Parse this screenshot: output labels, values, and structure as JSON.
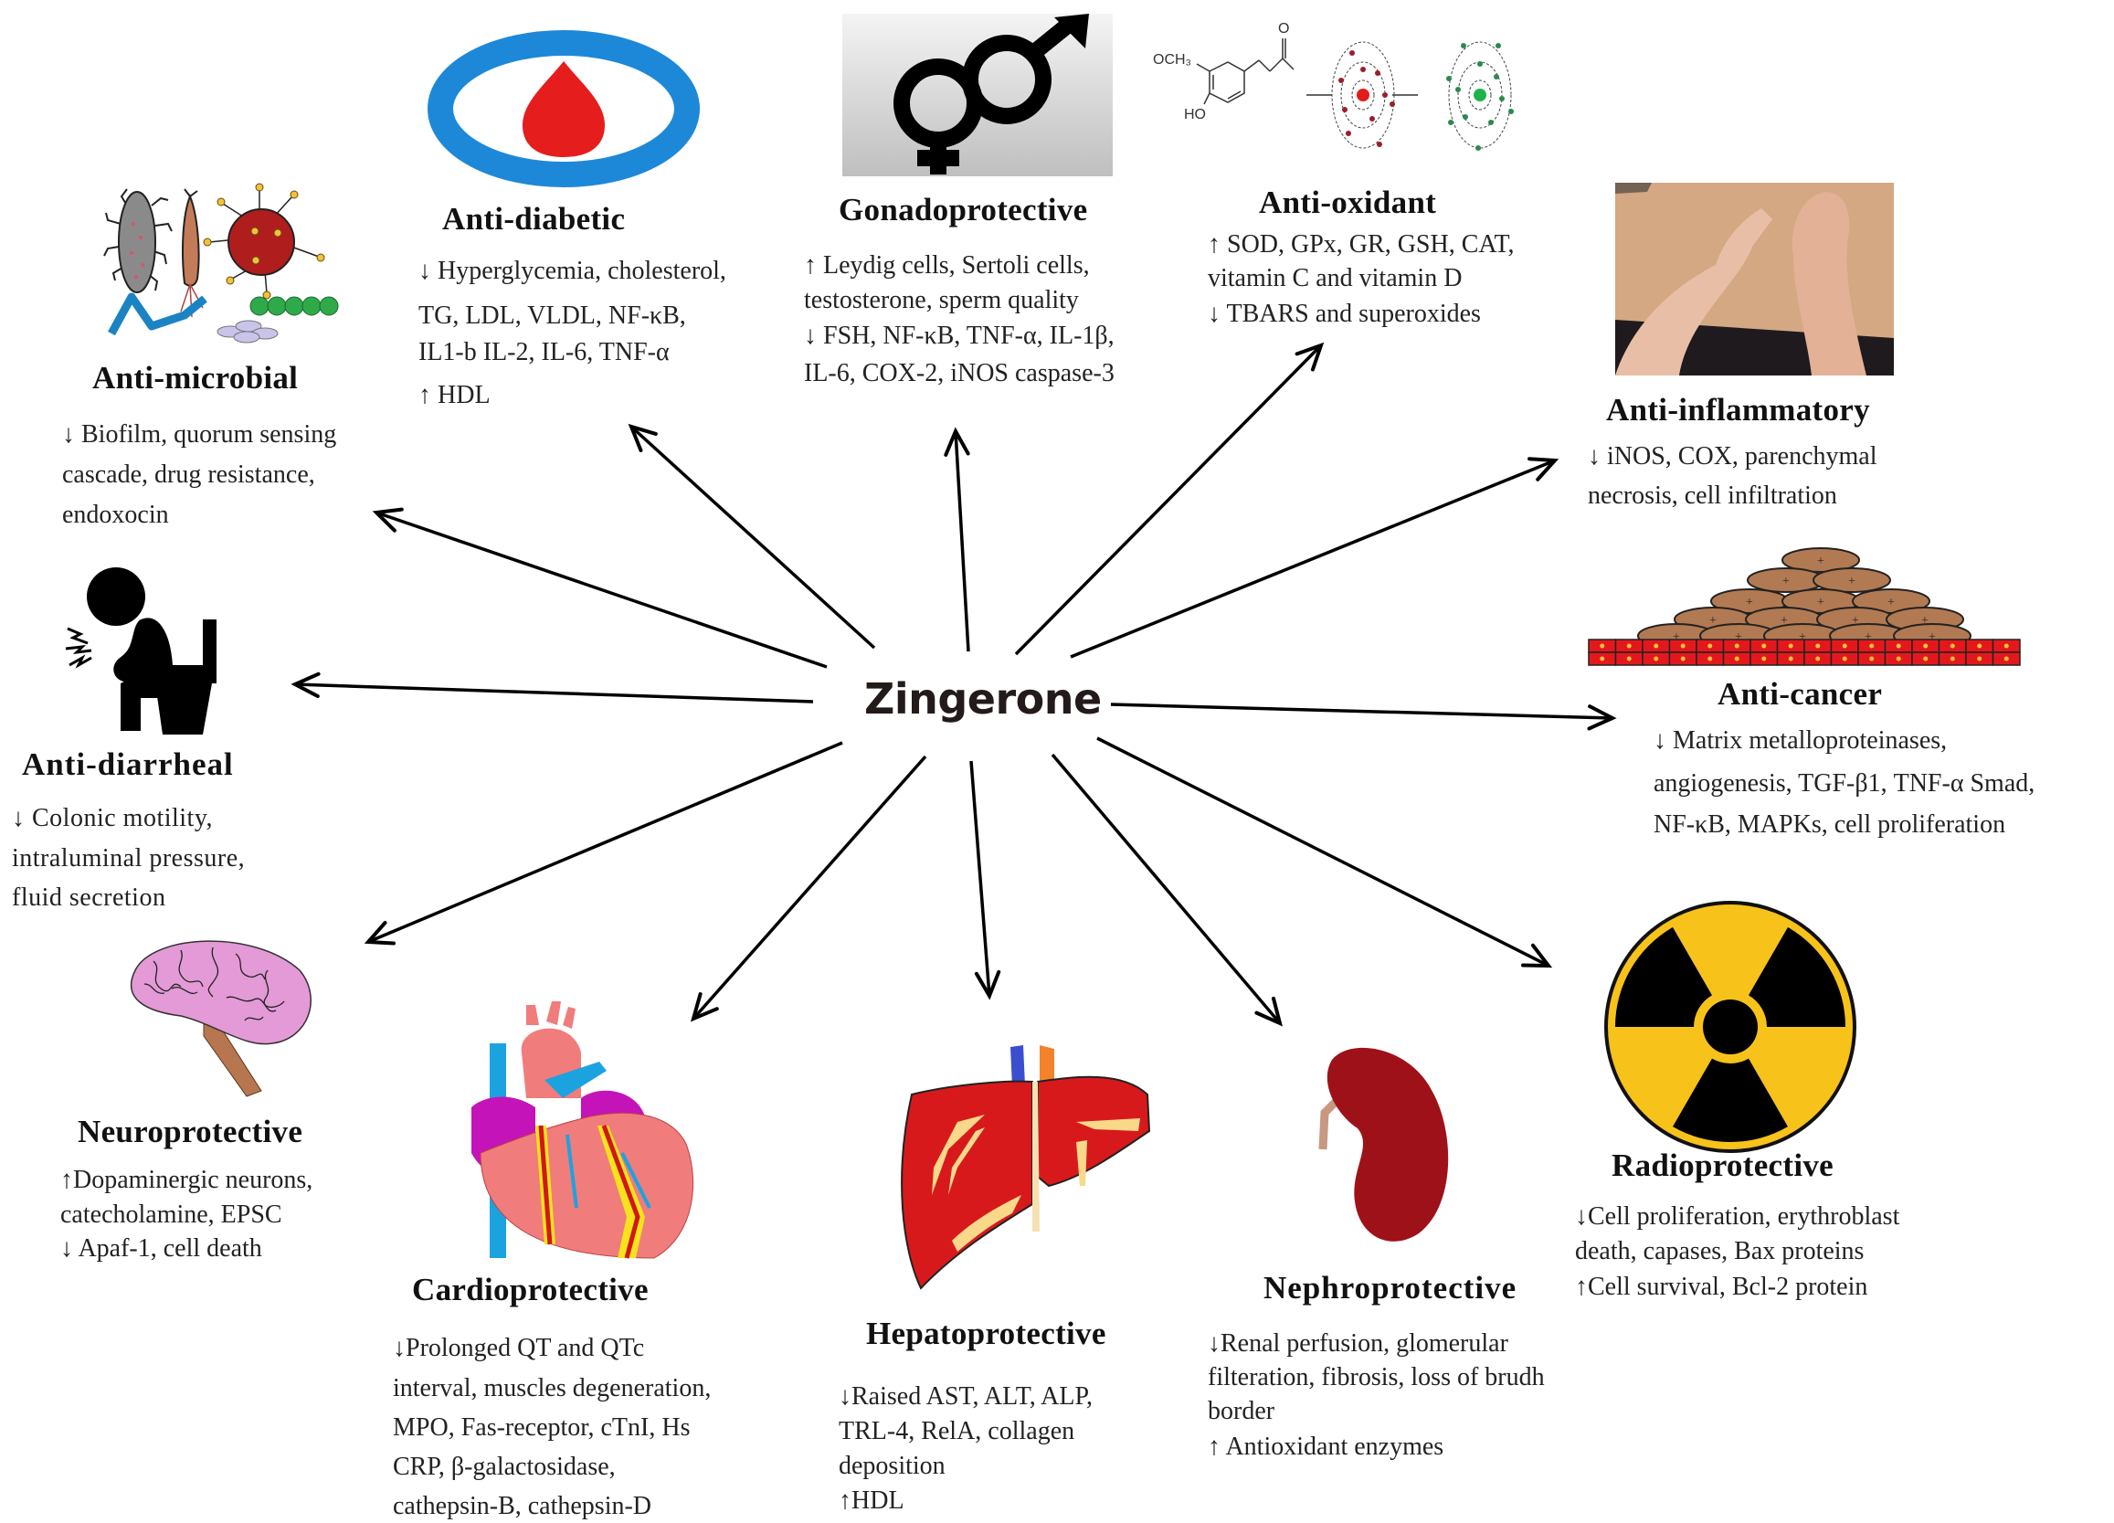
{
  "center": {
    "label": "Zingerone",
    "color": "#231a1a"
  },
  "effects": {
    "antimicrobial": {
      "title": "Anti-microbial",
      "icon": "microbes-icon",
      "lines": [
        "↓ Biofilm, quorum sensing",
        "cascade, drug resistance,",
        "endoxocin"
      ]
    },
    "antidiabetic": {
      "title": "Anti-diabetic",
      "icon": "blood-drop-ring-icon",
      "lines": [
        "↓ Hyperglycemia, cholesterol,",
        " TG,  LDL,  VLDL,  NF-κB,",
        "IL1-b IL-2, IL-6, TNF-α",
        "↑ HDL"
      ]
    },
    "gonadoprotective": {
      "title": "Gonadoprotective",
      "icon": "gender-symbols-icon",
      "lines": [
        "↑  Leydig cells,  Sertoli cells,",
        " testosterone,  sperm  quality",
        "↓ FSH,  NF-κB,  TNF-α,  IL-1β,",
        "IL-6,  COX-2,  iNOS caspase-3"
      ]
    },
    "antioxidant": {
      "title": "Anti-oxidant",
      "icon": "molecule-electron-shells-icon",
      "molecule_labels": {
        "och3": "OCH₃",
        "ho": "HO",
        "o": "O"
      },
      "lines": [
        "↑ SOD, GPx, GR, GSH, CAT,",
        "vitamin C and  vitamin D",
        "↓ TBARS and superoxides"
      ]
    },
    "antiinflammatory": {
      "title": "Anti-inflammatory",
      "icon": "swollen-hands-photo",
      "lines": [
        "↓ iNOS, COX, parenchymal",
        "necrosis, cell infiltration"
      ]
    },
    "anticancer": {
      "title": "Anti-cancer",
      "icon": "tumor-cells-icon",
      "lines": [
        "↓ Matrix metalloproteinases,",
        "angiogenesis, TGF-β1, TNF-α Smad,",
        "NF-κB, MAPKs, cell proliferation"
      ]
    },
    "radioprotective": {
      "title": "Radioprotective",
      "icon": "radiation-trefoil-icon",
      "lines": [
        "↓Cell proliferation, erythroblast",
        "  death, capases, Bax proteins",
        "↑Cell survival, Bcl-2 protein"
      ]
    },
    "nephroprotective": {
      "title": "Nephroprotective",
      "icon": "kidney-icon",
      "lines": [
        "↓Renal perfusion, glomerular",
        "filteration, fibrosis, loss of brudh",
        "border",
        "↑ Antioxidant enzymes"
      ]
    },
    "hepatoprotective": {
      "title": "Hepatoprotective",
      "icon": "liver-icon",
      "lines": [
        "↓Raised AST, ALT, ALP,",
        "TRL-4, RelA,  collagen",
        "deposition",
        "↑HDL"
      ]
    },
    "cardioprotective": {
      "title": "Cardioprotective",
      "icon": "heart-icon",
      "lines": [
        "↓Prolonged QT and QTc",
        "interval, muscles degeneration,",
        "MPO, Fas-receptor, cTnI, Hs",
        "CRP, β-galactosidase,",
        "cathepsin-B, cathepsin-D"
      ]
    },
    "neuroprotective": {
      "title": "Neuroprotective",
      "icon": "brain-icon",
      "lines": [
        "↑Dopaminergic neurons,",
        "catecholamine, EPSC",
        "↓ Apaf-1, cell death"
      ]
    },
    "antidiarrheal": {
      "title": "Anti-diarrheal",
      "icon": "person-on-toilet-icon",
      "lines": [
        "↓ Colonic motility,",
        "intraluminal pressure,",
        "fluid secretion"
      ]
    }
  },
  "arrows": [
    "antimicrobial",
    "antidiabetic",
    "gonadoprotective",
    "antioxidant",
    "antiinflammatory",
    "anticancer",
    "radioprotective",
    "nephroprotective",
    "hepatoprotective",
    "cardioprotective",
    "neuroprotective",
    "antidiarrheal"
  ],
  "colors": {
    "ring_blue": "#1e88d8",
    "drop_red": "#e51d1d",
    "kidney": "#9e1119",
    "ureter": "#c89880",
    "liver": "#d8191c",
    "liver_vessels": "#f9d88a",
    "radiation_yellow": "#f7c21a",
    "brain_pink": "#e39ad6",
    "brainstem": "#b77650",
    "heart_pink": "#f07c7c",
    "heart_purple": "#c413b8",
    "heart_blue": "#1ba3e0",
    "cell_brown": "#b27a52",
    "cell_red": "#e4181c"
  }
}
